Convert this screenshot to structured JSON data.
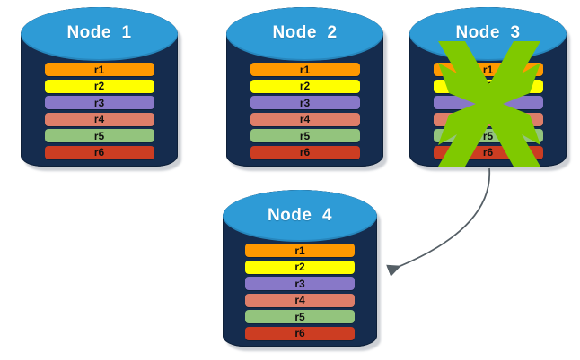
{
  "diagram": {
    "type": "replication-failover",
    "background": "#ffffff",
    "palette": {
      "cylinder_body": "#152c4e",
      "cylinder_top": "#2e9bd6",
      "x_mark_green": "#7fc900",
      "arrow_gray": "#555f66",
      "title_text": "#ffffff",
      "row_text": "#101010"
    },
    "record_colors": {
      "r1": "#ff9900",
      "r2": "#ffff00",
      "r3": "#8878c8",
      "r4": "#de7e69",
      "r5": "#93c47d",
      "r6": "#cc3d22"
    },
    "nodes": [
      {
        "id": "node-1",
        "title": "Node  1",
        "failed": false,
        "rows": [
          {
            "label": "r1",
            "color": "#ff9900"
          },
          {
            "label": "r2",
            "color": "#ffff00"
          },
          {
            "label": "r3",
            "color": "#8878c8"
          },
          {
            "label": "r4",
            "color": "#de7e69"
          },
          {
            "label": "r5",
            "color": "#93c47d"
          },
          {
            "label": "r6",
            "color": "#cc3d22"
          }
        ]
      },
      {
        "id": "node-2",
        "title": "Node  2",
        "failed": false,
        "rows": [
          {
            "label": "r1",
            "color": "#ff9900"
          },
          {
            "label": "r2",
            "color": "#ffff00"
          },
          {
            "label": "r3",
            "color": "#8878c8"
          },
          {
            "label": "r4",
            "color": "#de7e69"
          },
          {
            "label": "r5",
            "color": "#93c47d"
          },
          {
            "label": "r6",
            "color": "#cc3d22"
          }
        ]
      },
      {
        "id": "node-3",
        "title": "Node  3",
        "failed": true,
        "rows": [
          {
            "label": "r1",
            "color": "#ff9900"
          },
          {
            "label": "r2",
            "color": "#ffff00"
          },
          {
            "label": "r3",
            "color": "#8878c8"
          },
          {
            "label": "r4",
            "color": "#de7e69"
          },
          {
            "label": "r5",
            "color": "#93c47d"
          },
          {
            "label": "r6",
            "color": "#cc3d22"
          }
        ]
      },
      {
        "id": "node-4",
        "title": "Node  4",
        "failed": false,
        "rows": [
          {
            "label": "r1",
            "color": "#ff9900"
          },
          {
            "label": "r2",
            "color": "#ffff00"
          },
          {
            "label": "r3",
            "color": "#8878c8"
          },
          {
            "label": "r4",
            "color": "#de7e69"
          },
          {
            "label": "r5",
            "color": "#93c47d"
          },
          {
            "label": "r6",
            "color": "#cc3d22"
          }
        ]
      }
    ],
    "connector": {
      "from": "node-3",
      "to": "node-4",
      "style": "curved-arrow",
      "color": "#555f66"
    }
  }
}
